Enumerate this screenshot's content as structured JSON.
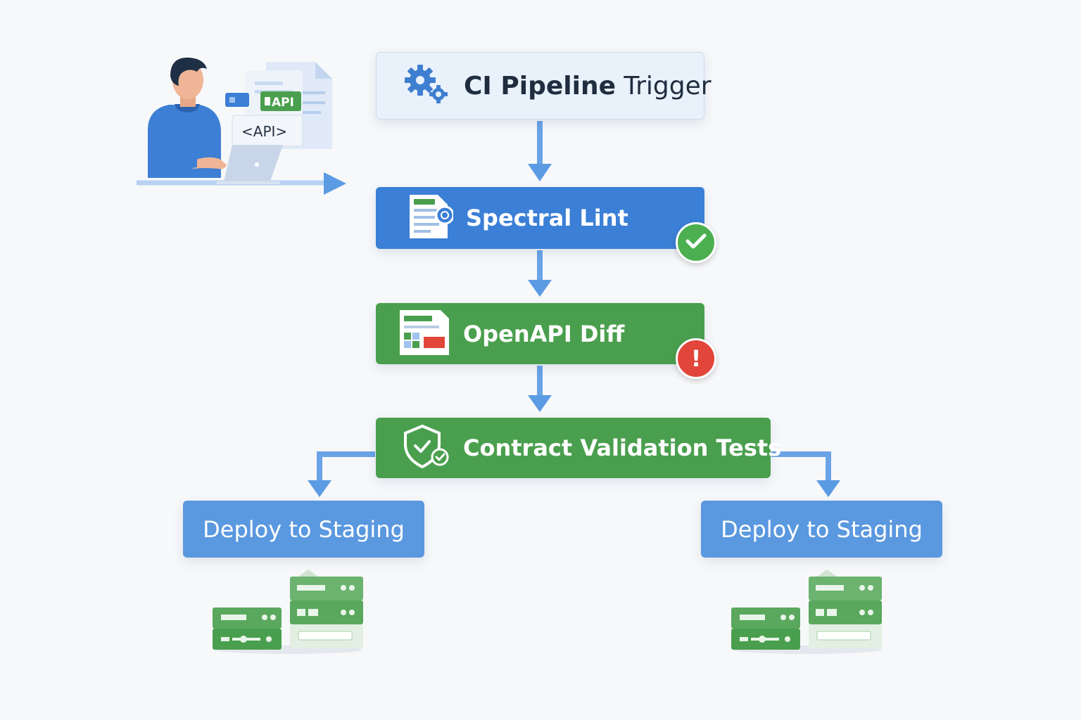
{
  "developer": {
    "doc_tag": "API",
    "code_tag": "<API>"
  },
  "steps": {
    "trigger": {
      "bold": "CI Pipeline",
      "rest": " Trigger",
      "icon": "gears-icon"
    },
    "lint": {
      "label": "Spectral Lint",
      "icon": "lint-document-icon",
      "status": "passed"
    },
    "diff": {
      "label": "OpenAPI Diff",
      "icon": "spreadsheet-diff-icon",
      "status": "error",
      "status_symbol": "!"
    },
    "contract": {
      "label": "Contract Validation Tests",
      "icon": "shield-check-icon"
    },
    "deploy_left": {
      "label": "Deploy to Staging",
      "icon": "server-stack-icon"
    },
    "deploy_right": {
      "label": "Deploy to Staging",
      "icon": "server-stack-icon"
    }
  },
  "colors": {
    "background": "#f7f8fa",
    "trigger_fill": "#e9f1fb",
    "blue_step": "#3b7fd6",
    "green_step": "#4a9f4e",
    "deploy_fill": "#5a98df",
    "connector": "#5b9be3",
    "success": "#4caf50",
    "error": "#e2463b"
  }
}
